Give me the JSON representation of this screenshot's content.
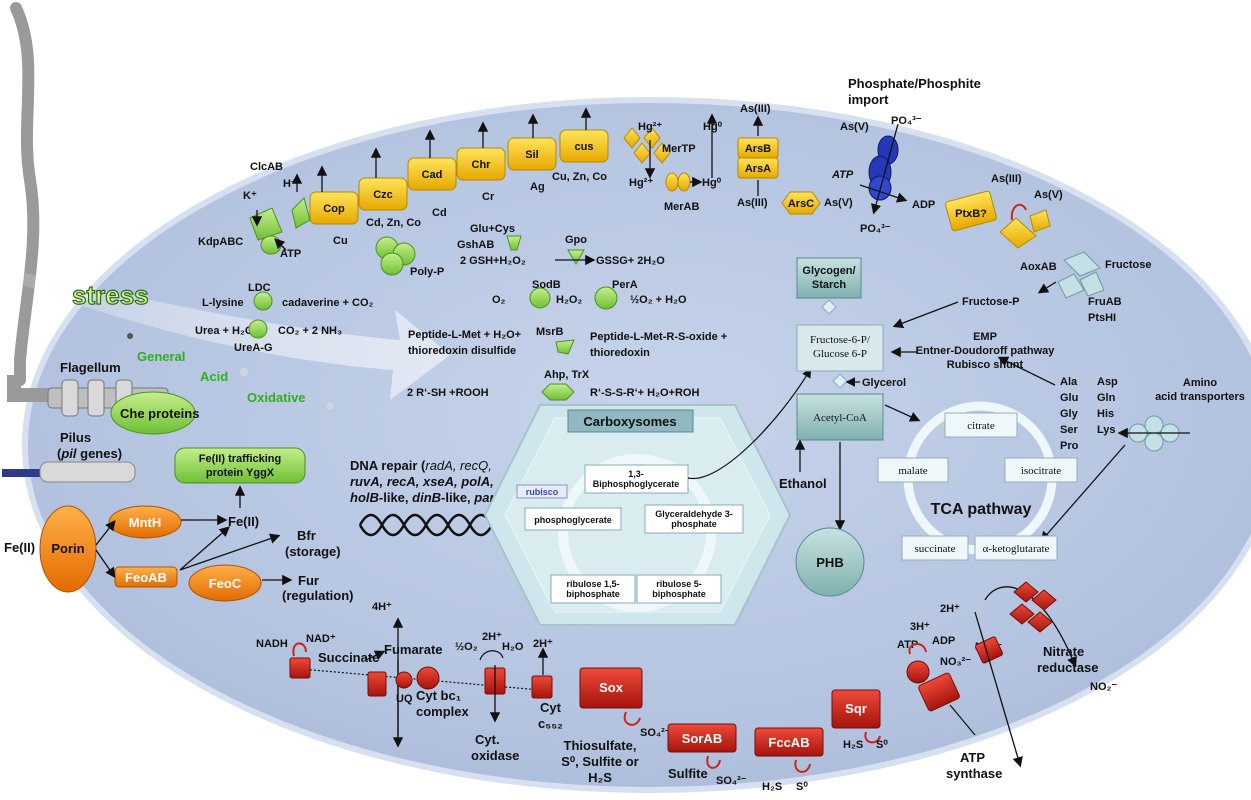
{
  "colors": {
    "cell_fill": "#b9c8e0",
    "cell_edge": "#d3def0",
    "yellow": "#f5c400",
    "green": "#8fd14f",
    "orange": "#f2820f",
    "red": "#c9261c",
    "blue": "#2438b8",
    "teal": "#7fb2b2",
    "tca_box": "#eef8fa",
    "stress_green": "#2fae1f"
  },
  "stress": {
    "title": "stress",
    "general": "General",
    "acid": "Acid",
    "oxidative": "Oxidative"
  },
  "transport": {
    "clcab": "ClcAB",
    "k": "K⁺",
    "h": "H⁺",
    "kdpabc": "KdpABC",
    "atp": "ATP",
    "pumps": [
      "Cop",
      "Czc",
      "Cad",
      "Chr",
      "Sil",
      "cus"
    ],
    "metal_cu": "Cu",
    "metal_cd_zn_co": "Cd, Zn, Co",
    "metal_cd": "Cd",
    "metal_cr": "Cr",
    "metal_ag": "Ag",
    "metal_cu_zn_co": "Cu, Zn, Co",
    "polyp": "Poly-P",
    "hg2_top": "Hg²⁺",
    "hg0_top": "Hg⁰",
    "mertp": "MerTP",
    "hg2_mid": "Hg²⁺",
    "hg0_mid": "Hg⁰",
    "merab": "MerAB",
    "as3_top": "As(III)",
    "arsb": "ArsB",
    "arsa": "ArsA",
    "as3_mid": "As(III)",
    "arsc": "ArsC",
    "as5_mid": "As(V)",
    "phosphate_import": "Phosphate/Phosphite\nimport",
    "po4_top": "PO₄³⁻",
    "as5_top": "As(V)",
    "atp2": "ATP",
    "adp": "ADP",
    "po4_bottom": "PO₄³⁻",
    "ptxb": "PtxB?",
    "as3_right": "As(III)",
    "as5_right": "As(V)",
    "aoxab": "AoxAB"
  },
  "oxidative": {
    "glu_cys": "Glu+Cys",
    "gshab": "GshAB",
    "gpo": "Gpo",
    "gsh_eq": "2 GSH+H₂O₂",
    "gssg": "GSSG+ 2H₂O",
    "sodb": "SodB",
    "pera": "PerA",
    "o2": "O₂",
    "h2o2": "H₂O₂",
    "half_o2": "½O₂ + H₂O",
    "met_left1": "Peptide-L-Met + H₂O+",
    "met_left2": "thioredoxin disulfide",
    "msrb": "MsrB",
    "met_right1": "Peptide-L-Met-R-S-oxide +",
    "met_right2": "thioredoxin",
    "ahp": "Ahp, TrX",
    "rsh": "2 R‘-SH +ROOH",
    "rss": "R‘-S-S-R‘+ H₂O+ROH"
  },
  "acid": {
    "ldc": "LDC",
    "lysine": "L-lysine",
    "cadaverine": "cadaverine + CO₂",
    "urea": "Urea + H₂O",
    "co2_nh3": "CO₂ + 2 NH₃",
    "urea_g": "UreA-G"
  },
  "left": {
    "flagellum": "Flagellum",
    "che": "Che proteins",
    "pilus1": "Pilus",
    "pilus2_pre": "(",
    "pilus2_it": "pil",
    "pilus2_post": " genes)",
    "yggx1": "Fe(II) trafficking",
    "yggx2": "protein YggX",
    "fe_in": "Fe(II)",
    "porin": "Porin",
    "mnth": "MntH",
    "fe_out": "Fe(II)",
    "bfr1": "Bfr",
    "bfr2": "(storage)",
    "feoab": "FeoAB",
    "feoc": "FeoC",
    "fur1": "Fur",
    "fur2": "(regulation)"
  },
  "dna": {
    "title": "DNA repair (",
    "l1": "radA, recQ,",
    "l2": "ruvA, recA, xseA, polA,",
    "l3a": "holB",
    "l3b": "-like, ",
    "l3c": "dinB",
    "l3d": "-like, ",
    "l3e": "parC)"
  },
  "carboxysome": {
    "title": "Carboxysomes",
    "rubisco": "rubisco",
    "bpg": "1,3-\nBiphosphoglycerate",
    "pg": "phosphoglycerate",
    "g3p": "Glyceraldehyde 3-\nphosphate",
    "r15": "ribulose 1,5-\nbiphosphate",
    "r5": "ribulose 5-\nbiphosphate"
  },
  "metabolism": {
    "glycogen": "Glycogen/\nStarch",
    "f6p": "Fructose-6-P/\nGlucose 6-P",
    "glycerol": "Glycerol",
    "acetyl": "Acetyl-CoA",
    "ethanol": "Ethanol",
    "phb": "PHB",
    "fructose": "Fructose",
    "fructose_p": "Fructose-P",
    "fruab": "FruAB",
    "ptshi": "PtsHI",
    "emp": "EMP",
    "ed": "Entner-Doudoroff pathway",
    "rubisco_shunt": "Rubisco shunt",
    "aa1": [
      "Ala",
      "Glu",
      "Gly",
      "Ser",
      "Pro"
    ],
    "aa2": [
      "Asp",
      "Gln",
      "His",
      "Lys"
    ],
    "aa_transport": "Amino\nacid transporters"
  },
  "tca": {
    "title": "TCA pathway",
    "citrate": "citrate",
    "malate": "malate",
    "isocitrate": "isocitrate",
    "succinate": "succinate",
    "akg": "α-ketoglutarate"
  },
  "bottom": {
    "nadh": "NADH",
    "nad": "NAD⁺",
    "succinate": "Succinate",
    "fumarate": "Fumarate",
    "h4": "4H⁺",
    "uq": "UQ",
    "cytbc1_1": "Cyt bc₁",
    "cytbc1_2": "complex",
    "half_o2": "½O₂",
    "h2_a": "2H⁺",
    "h2o": "H₂O",
    "h2_b": "2H⁺",
    "cyt552_1": "Cyt",
    "cyt552_2": "c₅₅₂",
    "cytox1": "Cyt.",
    "cytox2": "oxidase",
    "sox": "Sox",
    "so4_a": "SO₄²⁻",
    "thio1": "Thiosulfate,",
    "thio2": "S⁰, Sulfite or",
    "thio3": "H₂S",
    "sorab": "SorAB",
    "sulfite": "Sulfite",
    "so4_b": "SO₄²⁻",
    "fccab": "FccAB",
    "h2s_a": "H₂S",
    "s0_a": "S⁰",
    "sqr": "Sqr",
    "h2s_b": "H₂S",
    "s0_b": "S⁰",
    "h3": "3H⁺",
    "atp": "ATP",
    "adp": "ADP",
    "atp_syn1": "ATP",
    "atp_syn2": "synthase",
    "h2_c": "2H⁺",
    "no3": "NO₃²⁻",
    "no2_a": "NO₂⁻",
    "nitrate1": "Nitrate",
    "nitrate2": "reductase",
    "no2_b": "NO₂⁻"
  }
}
